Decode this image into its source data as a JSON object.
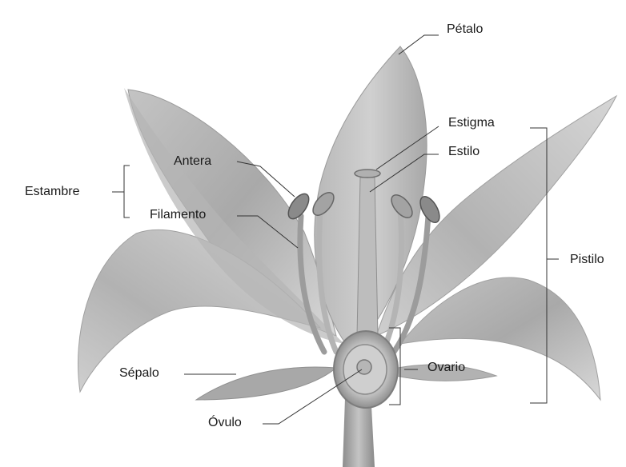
{
  "labels": {
    "petalo": "Pétalo",
    "estigma": "Estigma",
    "estilo": "Estilo",
    "antera": "Antera",
    "estambre": "Estambre",
    "filamento": "Filamento",
    "pistilo": "Pistilo",
    "ovario": "Ovario",
    "sepalo": "Sépalo",
    "ovulo": "Óvulo"
  }
}
